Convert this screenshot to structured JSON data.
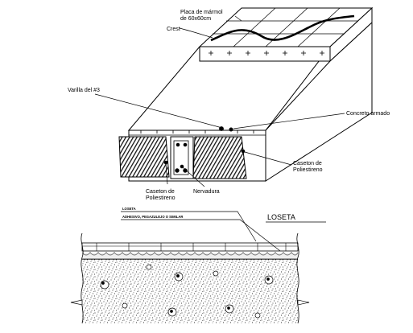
{
  "labels": {
    "placa_line1": "Placa de mármol",
    "placa_line2": "de 60x60cm",
    "crest": "Crest",
    "varilla": "Varilla del #3",
    "concreto": "Concreto armado",
    "caseton_right_line1": "Caseton de",
    "caseton_right_line2": "Poliestireno",
    "caseton_left_line1": "Caseton de",
    "caseton_left_line2": "Poliestireno",
    "nervadura": "Nervadura",
    "loseta_small": "LOSETA",
    "adhesivo": "ADHESIVO, PEGAZULEJO O SIMILAR",
    "loseta_title": "LOSETA"
  },
  "colors": {
    "line": "#000000",
    "hatch": "#1a1a1a",
    "paper": "#ffffff"
  }
}
